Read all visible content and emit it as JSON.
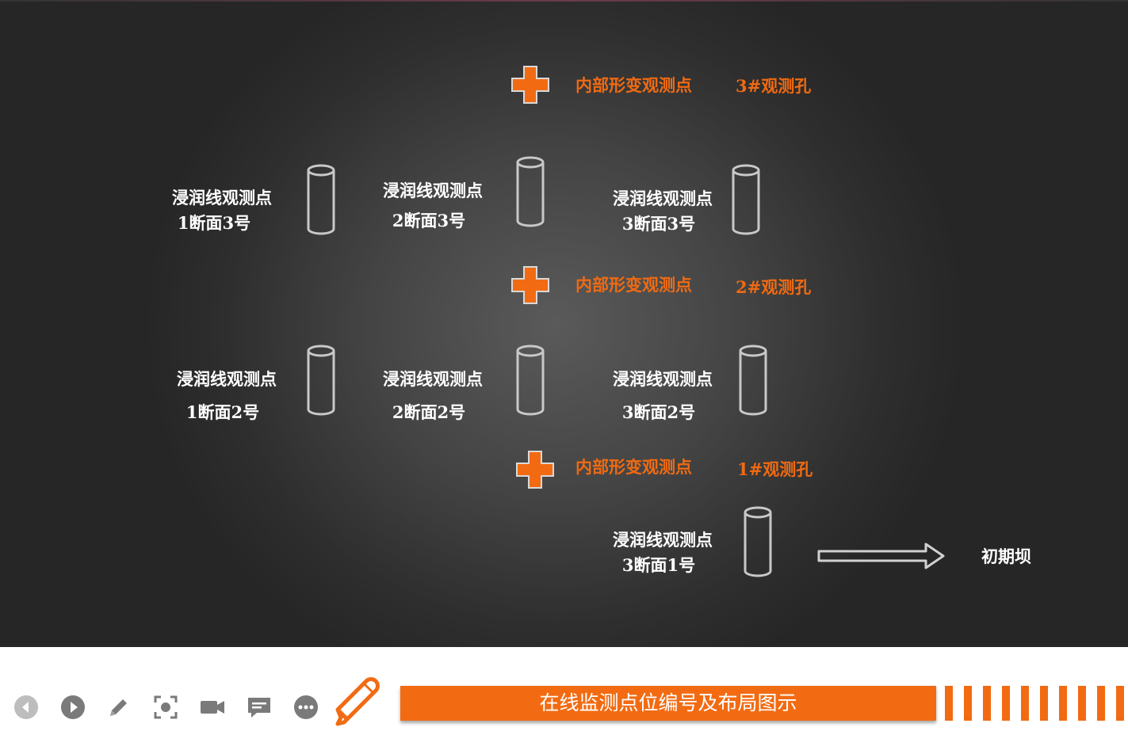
{
  "colors": {
    "accent": "#f26b12",
    "background": "#333333",
    "text": "#ffffff"
  },
  "deformation_points": [
    {
      "label": "内部形变观测点",
      "hole": "3#观测孔"
    },
    {
      "label": "内部形变观测点",
      "hole": "2#观测孔"
    },
    {
      "label": "内部形变观测点",
      "hole": "1#观测孔"
    }
  ],
  "seepage_points": {
    "row3": [
      {
        "line1": "浸润线观测点",
        "line2": "1断面3号"
      },
      {
        "line1": "浸润线观测点",
        "line2": "2断面3号"
      },
      {
        "line1": "浸润线观测点",
        "line2": "3断面3号"
      }
    ],
    "row2": [
      {
        "line1": "浸润线观测点",
        "line2": "1断面2号"
      },
      {
        "line1": "浸润线观测点",
        "line2": "2断面2号"
      },
      {
        "line1": "浸润线观测点",
        "line2": "3断面2号"
      }
    ],
    "row1": [
      {
        "line1": "浸润线观测点",
        "line2": "3断面1号"
      }
    ]
  },
  "dam_label": "初期坝",
  "toolbar": {
    "icons": [
      "prev-icon",
      "play-icon",
      "pen-icon",
      "screenshot-icon",
      "camera-icon",
      "comment-icon",
      "more-icon"
    ]
  },
  "banner": {
    "title": "在线监测点位编号及布局图示"
  }
}
